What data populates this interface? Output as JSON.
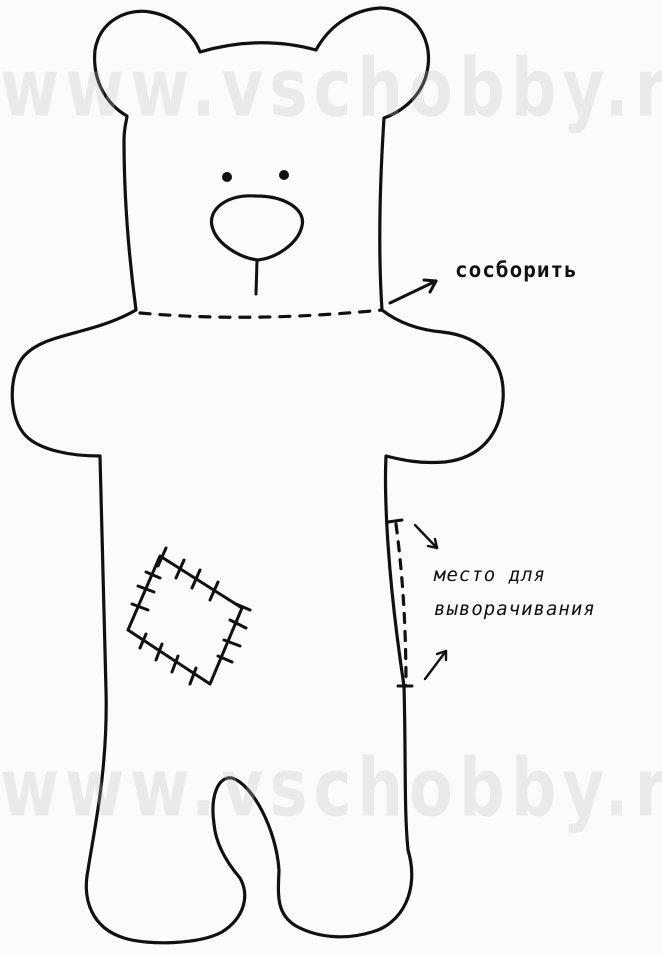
{
  "watermark": {
    "text": "www.vschobby.ru",
    "color": "#bebebe"
  },
  "labels": {
    "seam": "сосборить",
    "turn_line1": "место для",
    "turn_line2": "выворачивания"
  },
  "colors": {
    "ink": "#111111",
    "paper": "#fbfbfb"
  },
  "icons": [
    "bear-outline",
    "patch-icon",
    "arrow-icon"
  ]
}
